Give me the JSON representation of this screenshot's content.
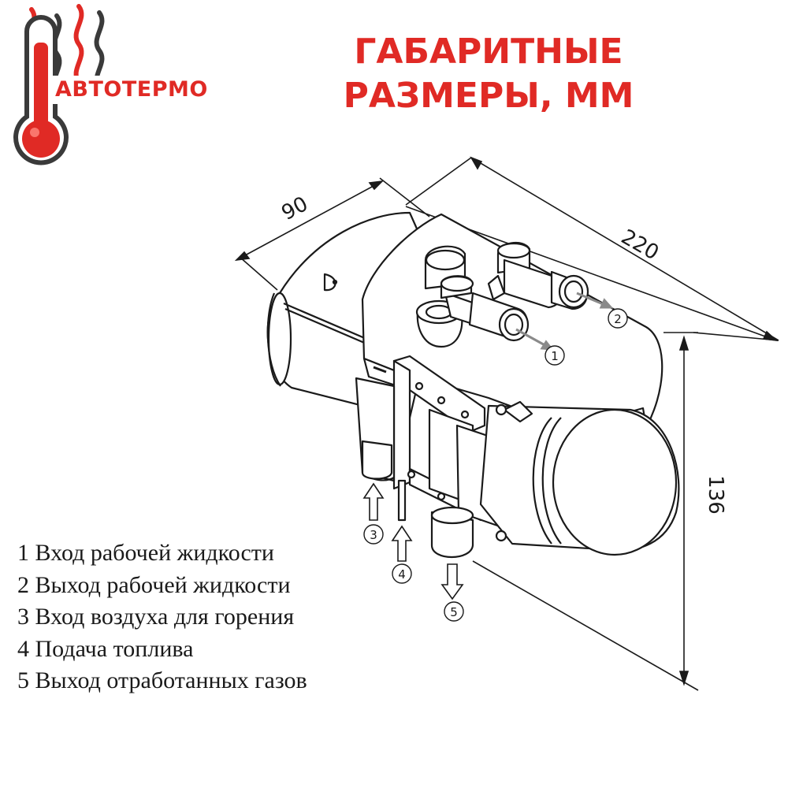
{
  "logo": {
    "brand_name": "АВТОТЕРМО",
    "icon": "thermometer-heat-icon",
    "color": "#e02a25"
  },
  "title": {
    "line1": "ГАБАРИТНЫЕ",
    "line2": "РАЗМЕРЫ, ММ",
    "color": "#e02a25"
  },
  "dimensions": {
    "width": "90",
    "length": "220",
    "height": "136"
  },
  "callouts": [
    "1",
    "2",
    "3",
    "4",
    "5"
  ],
  "legend": [
    "1 Вход рабочей жидкости",
    "2 Выход рабочей жидкости",
    "3 Вход воздуха для горения",
    "4 Подача топлива",
    "5 Выход отработанных газов"
  ]
}
